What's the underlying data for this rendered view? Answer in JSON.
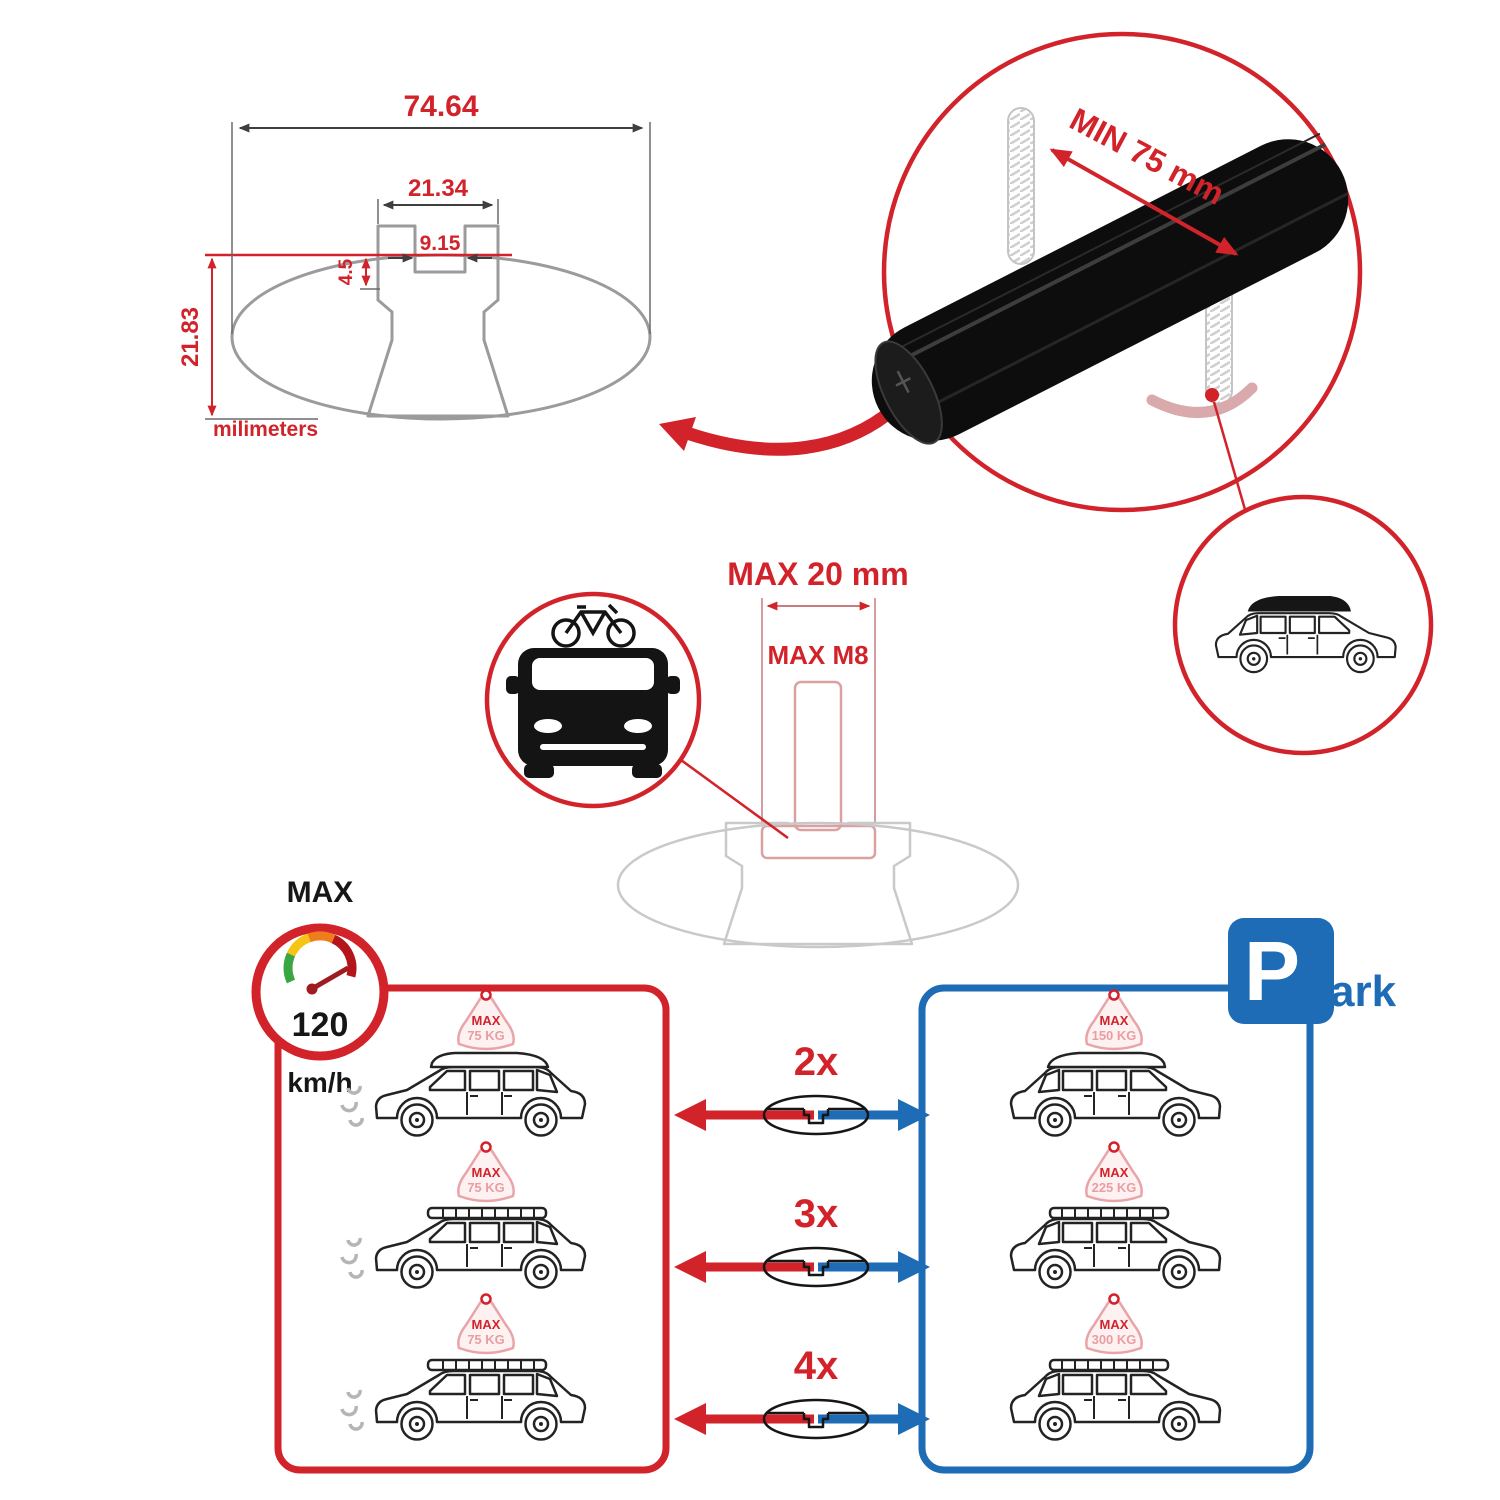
{
  "palette": {
    "accent_red": "#d2232a",
    "accent_blue": "#1e6cb5",
    "drawing_gray": "#9b9b9b",
    "ghost_pink": "#e9a4a8"
  },
  "dimension_drawing": {
    "total_width": "74.64",
    "channel_outer_width": "21.34",
    "channel_slot_width": "9.15",
    "lip_depth": "4.5",
    "profile_height": "21.83",
    "unit_label": "milimeters"
  },
  "crossbar_closeup": {
    "min_span_label": "MIN 75 mm"
  },
  "bolt_diagram": {
    "max_width_label": "MAX 20 mm",
    "max_thread_label": "MAX M8"
  },
  "speed_limit": {
    "title": "MAX",
    "value": "120",
    "unit": "km/h"
  },
  "park_sign": {
    "letter": "P",
    "suffix": "ark"
  },
  "load_comparison": {
    "rows": [
      {
        "multiplier": "2x",
        "driving_max": "MAX",
        "driving_weight": "75 KG",
        "parked_max": "MAX",
        "parked_weight": "150 KG"
      },
      {
        "multiplier": "3x",
        "driving_max": "MAX",
        "driving_weight": "75 KG",
        "parked_max": "MAX",
        "parked_weight": "225 KG"
      },
      {
        "multiplier": "4x",
        "driving_max": "MAX",
        "driving_weight": "75 KG",
        "parked_max": "MAX",
        "parked_weight": "300 KG"
      }
    ]
  }
}
